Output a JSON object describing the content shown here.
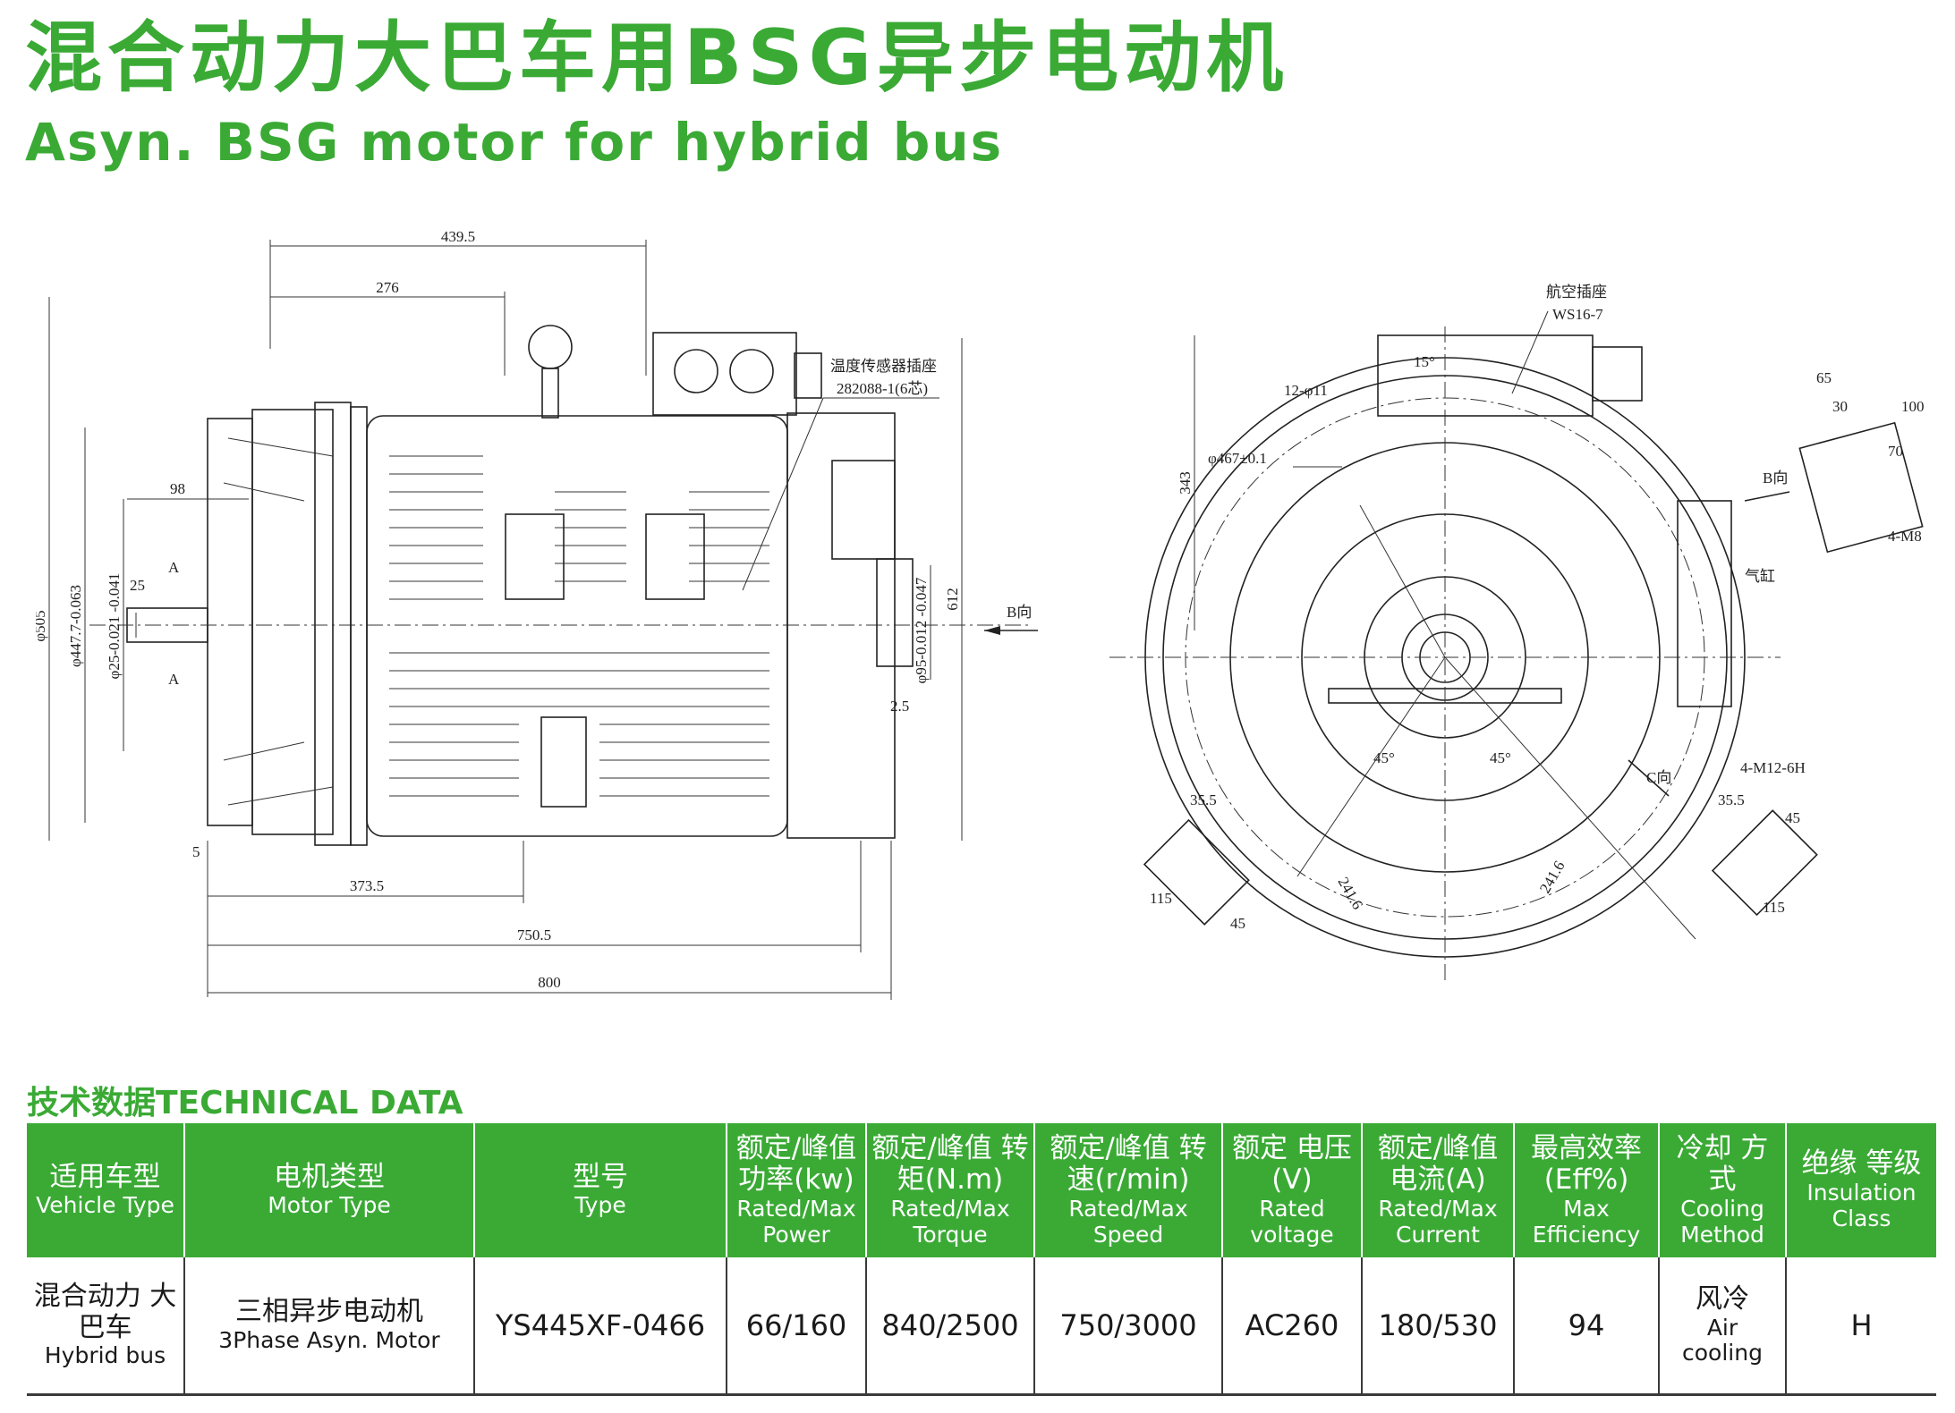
{
  "header": {
    "title_cn": "混合动力大巴车用BSG异步电动机",
    "title_en": "Asyn. BSG motor for hybrid bus"
  },
  "drawing": {
    "side_view_dims": {
      "overall_top": "439.5",
      "upper": "276",
      "left_98": "98",
      "d25": "25",
      "a_top": "A",
      "a_bottom": "A",
      "phi505": "φ505",
      "phi447": "φ447.7-0.063",
      "phi25": "φ25-0.021 -0.041",
      "phi95": "φ95-0.012 -0.047",
      "h612": "612",
      "gap25": "2.5",
      "five": "5",
      "bottom_373": "373.5",
      "bottom_750": "750.5",
      "bottom_800": "800",
      "b_dir": "B向",
      "sensor_label": "温度传感器插座",
      "sensor_part": "282088-1(6芯)"
    },
    "end_view_dims": {
      "connector_label": "航空插座",
      "connector_part": "WS16-7",
      "angle15": "15°",
      "holes": "12-φ11",
      "phi467": "φ467±0.1",
      "h343": "343",
      "angle45a": "45°",
      "angle45b": "45°",
      "c_dir": "C向",
      "m12": "4-M12-6H",
      "r241a": "241.6",
      "r241b": "241.6",
      "b_dir": "B向",
      "d65": "65",
      "d30": "30",
      "d70": "70",
      "d100": "100",
      "m8": "4-M8",
      "cylinder": "气缸",
      "l355": "35.5",
      "l115": "115",
      "l45": "45",
      "r355": "35.5",
      "r45": "45",
      "r115": "115"
    }
  },
  "technical": {
    "section_title": "技术数据TECHNICAL DATA",
    "headers": [
      {
        "cn": "适用车型",
        "en": "Vehicle Type"
      },
      {
        "cn": "电机类型",
        "en": "Motor Type"
      },
      {
        "cn": "型号",
        "en": "Type"
      },
      {
        "cn": "额定/峰值 功率(kw)",
        "en": "Rated/Max Power"
      },
      {
        "cn": "额定/峰值 转矩(N.m)",
        "en": "Rated/Max Torque"
      },
      {
        "cn": "额定/峰值 转速(r/min)",
        "en": "Rated/Max Speed"
      },
      {
        "cn": "额定 电压(V)",
        "en": "Rated voltage"
      },
      {
        "cn": "额定/峰值 电流(A)",
        "en": "Rated/Max Current"
      },
      {
        "cn": "最高效率 (Eff%)",
        "en": "Max Efficiency"
      },
      {
        "cn": "冷却 方式",
        "en": "Cooling Method"
      },
      {
        "cn": "绝缘 等级",
        "en": "Insulation Class"
      }
    ],
    "row": {
      "vehicle_cn": "混合动力 大巴车",
      "vehicle_en": "Hybrid bus",
      "motor_cn": "三相异步电动机",
      "motor_en": "3Phase Asyn. Motor",
      "type": "YS445XF-0466",
      "power": "66/160",
      "torque": "840/2500",
      "speed": "750/3000",
      "voltage": "AC260",
      "current": "180/530",
      "efficiency": "94",
      "cooling_cn": "风冷",
      "cooling_en": "Air cooling",
      "insulation": "H"
    }
  }
}
